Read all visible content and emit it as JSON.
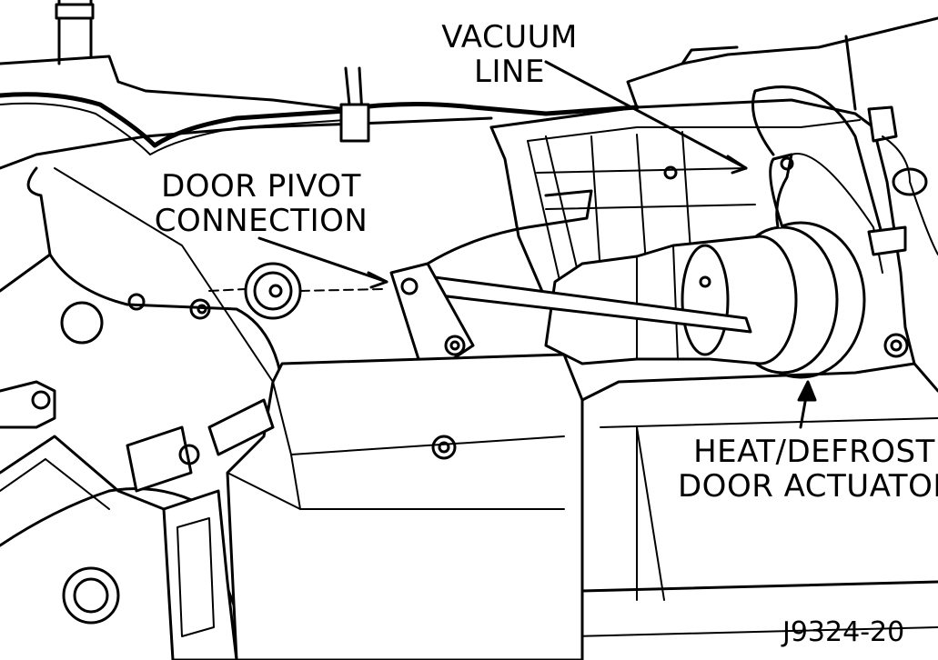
{
  "labels": {
    "vacuum_line": [
      "VACUUM",
      "LINE"
    ],
    "door_pivot": [
      "DOOR PIVOT",
      "CONNECTION"
    ],
    "actuator": [
      "HEAT/DEFROST",
      "DOOR ACTUATOR"
    ]
  },
  "figure_id": "J9324-20",
  "colors": {
    "ink": "#000000",
    "paper": "#ffffff"
  }
}
